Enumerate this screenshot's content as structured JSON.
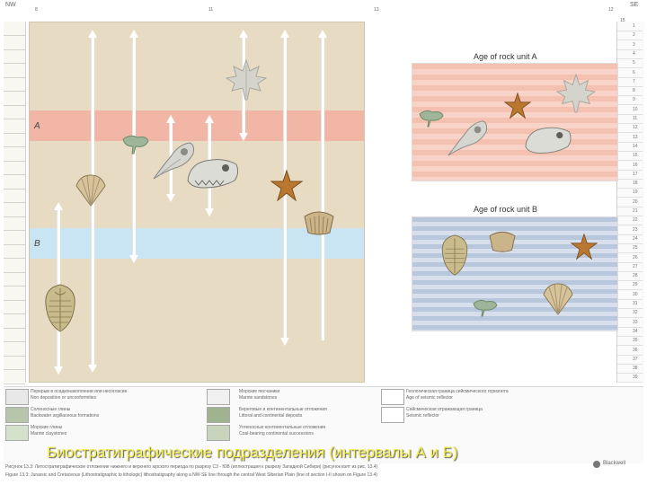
{
  "header": {
    "nw_label": "NW",
    "se_label": "SE",
    "col_markers": [
      "8",
      "11",
      "13",
      "12"
    ],
    "se_marker": "15"
  },
  "bands": {
    "a_label": "A",
    "b_label": "B"
  },
  "panels": {
    "a_title": "Age of rock unit A",
    "b_title": "Age of rock unit B"
  },
  "right_scale": [
    "1",
    "2",
    "3",
    "4",
    "5",
    "6",
    "7",
    "8",
    "9",
    "10",
    "11",
    "12",
    "13",
    "14",
    "15",
    "16",
    "17",
    "18",
    "19",
    "20",
    "21",
    "22",
    "23",
    "24",
    "25",
    "26",
    "27",
    "28",
    "29",
    "30",
    "31",
    "32",
    "33",
    "34",
    "35",
    "36",
    "37",
    "38",
    "39"
  ],
  "legend": {
    "items": [
      {
        "ru": "Перерыв в осадконакоплении или несогласие",
        "en": "Non deposition or unconformities",
        "color": "#e8e8e8"
      },
      {
        "ru": "Соленосные глины",
        "en": "Backwater argillaceous formations",
        "color": "#b7c6aa"
      },
      {
        "ru": "Морские глины",
        "en": "Marine claystones",
        "color": "#d4e2cc"
      },
      {
        "ru": "Морские песчаники",
        "en": "Marine sandstones",
        "color": "#f0f0f0"
      },
      {
        "ru": "Береговые и континентальные отложения",
        "en": "Littoral and continental deposits",
        "color": "#9fb38e"
      },
      {
        "ru": "Угленосные континентальные отложения",
        "en": "Coal-bearing continental successions",
        "color": "#c8d5bc"
      },
      {
        "ru": "Геологическая граница сейсмического горизонта",
        "en": "Age of seismic reflector",
        "color": "#ffffff"
      },
      {
        "ru": "Сейсмическая отражающая граница",
        "en": "Seismic reflector",
        "color": "#ffffff"
      }
    ]
  },
  "overlay_title": "Биостратиграфические подразделения (интервалы А и Б)",
  "caption_ru": "Рисунок 13.3: Литостратиграфическое отложение нижнего и верхнего юрского периода по разрезу C3 - ЮВ (иллюстрация к разрезу Западной Сибири) (рисунок взят из рис. 13.4)",
  "caption_en": "Figure 13.3: Jurassic and Cretaceous (Lithostratigraphic to lithologic) lithostratigraphy along a NW-SE line through the central West Siberian Plain (line of section I-II shown on Figure 13.4)",
  "logo_text": "Blackwell",
  "colors": {
    "band_a": "#f1b6a6",
    "band_b": "#c9e4f3",
    "background": "#e7dcc3",
    "overlay_title": "#f6ef4b"
  }
}
